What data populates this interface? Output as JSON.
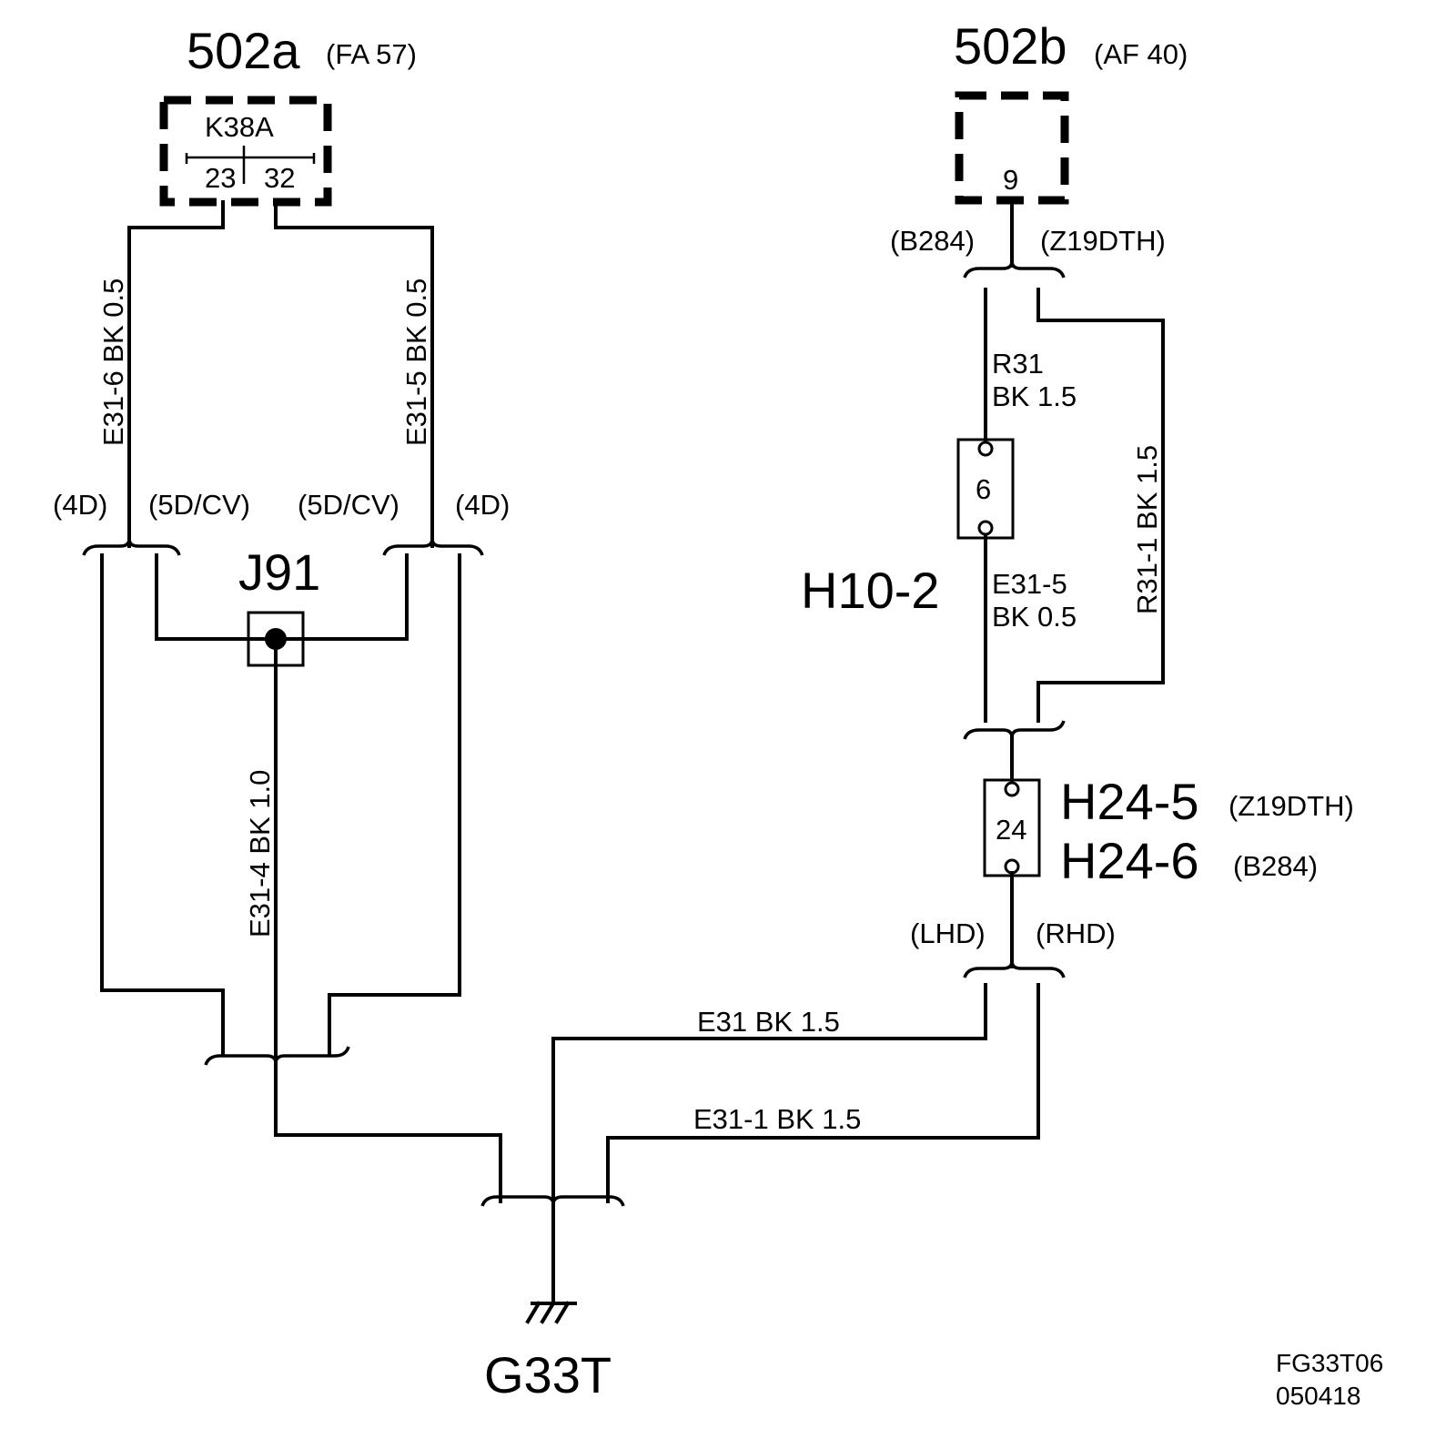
{
  "components": {
    "c502a": {
      "id": "502a",
      "code": "(FA 57)",
      "relay": "K38A",
      "pin_left": "23",
      "pin_right": "32"
    },
    "c502b": {
      "id": "502b",
      "code": "(AF 40)",
      "pin": "9"
    },
    "j91": "J91",
    "h10": {
      "id": "H10-2",
      "pin": "6"
    },
    "h24": {
      "id_a": "H24-5",
      "var_a": "(Z19DTH)",
      "id_b": "H24-6",
      "var_b": "(B284)",
      "pin": "24"
    },
    "ground": "G33T"
  },
  "wires": {
    "e31_6": "E31-6 BK 0.5",
    "e31_5_left": "E31-5 BK 0.5",
    "e31_4": "E31-4  BK  1.0",
    "r31_line1": "R31",
    "r31_line2": "BK 1.5",
    "e31_5_line1": "E31-5",
    "e31_5_line2": "BK  0.5",
    "r31_1": "R31-1  BK  1.5",
    "e31": "E31   BK   1.5",
    "e31_1": "E31-1  BK   1.5"
  },
  "variants": {
    "v4d_left": "(4D)",
    "v5d_left": "(5D/CV)",
    "v5d_right": "(5D/CV)",
    "v4d_right": "(4D)",
    "b284": "(B284)",
    "z19dth": "(Z19DTH)",
    "lhd": "(LHD)",
    "rhd": "(RHD)"
  },
  "footer": {
    "code": "FG33T06",
    "date": "050418"
  }
}
